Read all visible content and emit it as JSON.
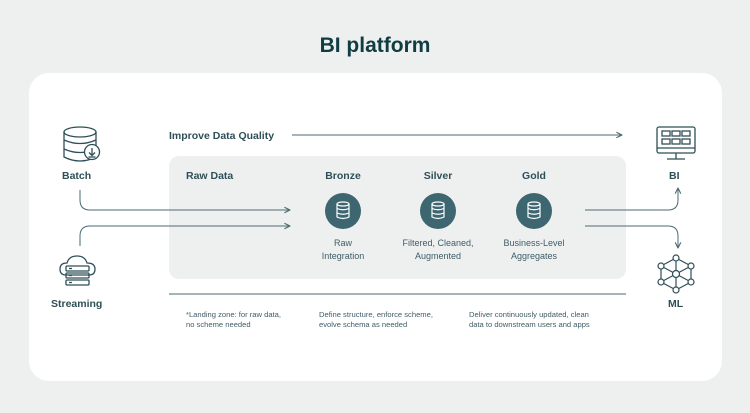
{
  "title": "BI platform",
  "sources": {
    "batch": "Batch",
    "streaming": "Streaming"
  },
  "outputs": {
    "bi": "BI",
    "ml": "ML"
  },
  "quality_label": "Improve Data Quality",
  "raw_label": "Raw Data",
  "stages": [
    {
      "name": "Bronze",
      "desc_line1": "Raw",
      "desc_line2": "Integration"
    },
    {
      "name": "Silver",
      "desc_line1": "Filtered, Cleaned,",
      "desc_line2": "Augmented"
    },
    {
      "name": "Gold",
      "desc_line1": "Business-Level",
      "desc_line2": "Aggregates"
    }
  ],
  "footnotes": [
    {
      "line1": "*Landing zone: for raw data,",
      "line2": "no scheme needed"
    },
    {
      "line1": "Define structure, enforce scheme,",
      "line2": "evolve schema as needed"
    },
    {
      "line1": "Deliver continuously updated, clean",
      "line2": "data to downstream users and apps"
    }
  ],
  "colors": {
    "title": "#0f3d42",
    "line": "#4a6b74",
    "stage_fill": "#3d6670",
    "background": "#eef0f0"
  },
  "icons": [
    "database-download-icon",
    "cloud-server-icon",
    "dashboard-monitor-icon",
    "network-nodes-icon",
    "database-icon"
  ]
}
